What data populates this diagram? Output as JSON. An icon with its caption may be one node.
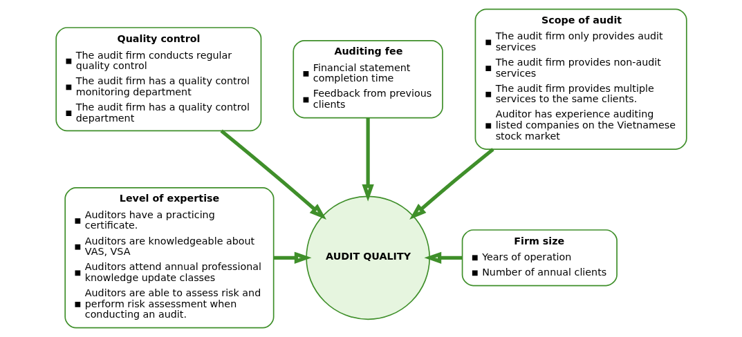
{
  "diagram": {
    "nodes": [
      {
        "text": [
          "Quality control",
          "The audit firm conducts regular quality control",
          "The audit firm has a quality control monitoring department",
          "The audit firm has a quality control department"
        ]
      },
      {
        "text": [
          "Auditing fee",
          "Financial statement completion time",
          "Feedback from previous clients"
        ]
      },
      {
        "text": [
          "Scope of audit",
          "The audit firm only provides audit services",
          "The audit firm provides non-audit services",
          "The audit firm provides multiple services to the same clients.",
          "Auditor has experience auditing listed companies on the Vietnamese stock market"
        ]
      },
      {
        "text": [
          "Level of expertise",
          "Auditors have a practicing certificate.",
          "Auditors are knowledgeable about VAS, VSA",
          "Auditors attend annual professional knowledge update classes",
          "Auditors are able to assess risk and perform risk assessment when conducting an audit."
        ]
      },
      {
        "text": [
          "AUDIT QUALITY"
        ]
      },
      {
        "text": [
          "Firm size",
          "Years of operation",
          "Number of annual clients"
        ]
      }
    ],
    "edges": [
      {
        "from": 0,
        "to": 4,
        "arrow": "to"
      },
      {
        "from": 1,
        "to": 4,
        "arrow": "to"
      },
      {
        "from": 2,
        "to": 4,
        "arrow": "to"
      },
      {
        "from": 3,
        "to": 4,
        "arrow": "to"
      },
      {
        "from": 5,
        "to": 4,
        "arrow": "to"
      }
    ]
  }
}
